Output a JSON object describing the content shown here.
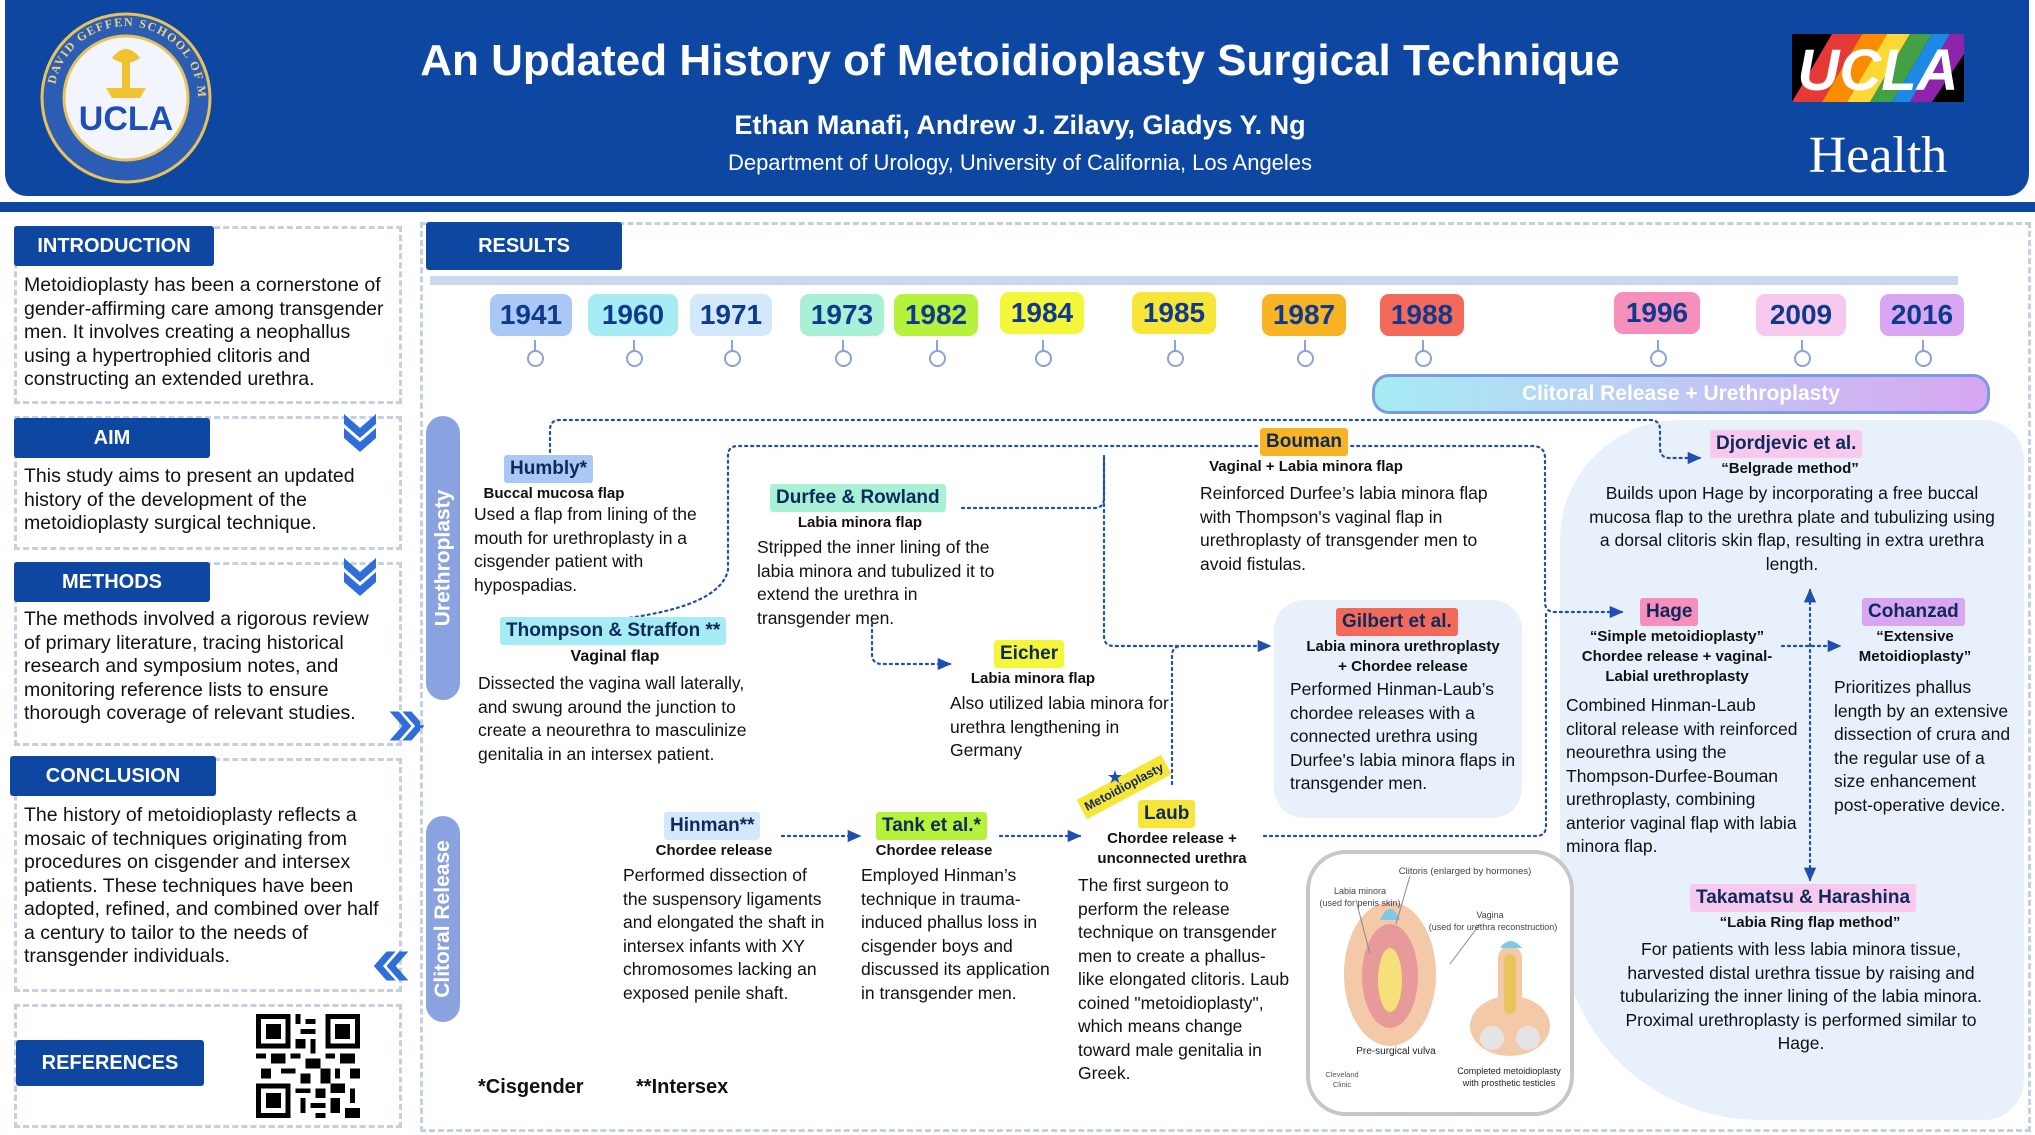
{
  "header": {
    "title": "An Updated History of Metoidioplasty Surgical Technique",
    "authors": "Ethan Manafi, Andrew J. Zilavy, Gladys Y. Ng",
    "department": "Department of Urology, University of California, Los Angeles",
    "seal_text": "UCLA",
    "seal_ring": "DAVID GEFFEN SCHOOL OF MEDICINE",
    "logo_top": "UCLA",
    "logo_bottom": "Health"
  },
  "sidebar": {
    "introduction": {
      "label": "INTRODUCTION",
      "text": "Metoidioplasty has been a cornerstone of gender-affirming care among transgender men. It involves creating a neophallus using a hypertrophied clitoris and constructing an extended urethra."
    },
    "aim": {
      "label": "AIM",
      "text": "This study aims to present an updated history of the development of the metoidioplasty surgical technique."
    },
    "methods": {
      "label": "METHODS",
      "text": "The methods involved a rigorous review of primary literature, tracing historical research and symposium notes, and monitoring reference lists to ensure thorough coverage of relevant studies."
    },
    "conclusion": {
      "label": "CONCLUSION",
      "text": "The history of metoidioplasty reflects a mosaic of techniques originating from procedures on cisgender and intersex patients. These techniques have been adopted, refined, and combined over half a century to tailor to the needs of transgender individuals."
    },
    "references": {
      "label": "REFERENCES"
    }
  },
  "results": {
    "label": "RESULTS",
    "years": [
      "1941",
      "1960",
      "1971",
      "1973",
      "1982",
      "1984",
      "1985",
      "1987",
      "1988",
      "1996",
      "2009",
      "2016"
    ],
    "colors": {
      "y1941": "#a9c8f5",
      "y1960": "#a6ecf4",
      "y1971": "#d3e9fb",
      "y1973": "#a8f0d6",
      "y1982": "#b6f23c",
      "y1984": "#f4f63a",
      "y1985": "#f8e53a",
      "y1987": "#f9b425",
      "y1988": "#f36a5a",
      "y1996": "#f78fbd",
      "y2009": "#f8c9ee",
      "y2016": "#d8a6f2"
    },
    "clitoral_release_urethroplasty": "Clitoral Release + Urethroplasty",
    "urethroplasty_tab": "Urethroplasty",
    "clitoral_release_tab": "Clitoral Release",
    "metoidioplasty_ribbon": "Metoidioplasty",
    "legend_cis": "*Cisgender",
    "legend_inter": "**Intersex",
    "nodes": {
      "humbly": {
        "name": "Humbly*",
        "sub": "Buccal mucosa flap",
        "desc": "Used a flap from lining of the mouth for urethroplasty in a cisgender patient with hypospadias."
      },
      "thompson": {
        "name": "Thompson & Straffon **",
        "sub": "Vaginal flap",
        "desc": "Dissected the vagina wall laterally, and swung around the junction to create a neourethra to masculinize genitalia in an intersex patient."
      },
      "durfee": {
        "name": "Durfee & Rowland",
        "sub": "Labia minora flap",
        "desc": "Stripped the inner lining of the labia minora and tubulized it to extend the urethra in transgender men."
      },
      "eicher": {
        "name": "Eicher",
        "sub": "Labia minora flap",
        "desc": "Also utilized labia minora for urethra lengthening in Germany"
      },
      "bouman": {
        "name": "Bouman",
        "sub": "Vaginal + Labia minora flap",
        "desc": "Reinforced Durfee’s labia minora flap with Thompson's vaginal flap in urethroplasty of transgender men to avoid fistulas."
      },
      "gilbert": {
        "name": "Gilbert et al.",
        "sub1": "Labia minora urethroplasty",
        "sub2": "+ Chordee release",
        "desc": "Performed Hinman-Laub’s chordee releases with a connected urethra using Durfee's labia minora flaps in transgender men."
      },
      "hinman": {
        "name": "Hinman**",
        "sub": "Chordee release",
        "desc": "Performed dissection of the suspensory ligaments and elongated the shaft in intersex infants with XY chromosomes lacking an exposed penile shaft."
      },
      "tank": {
        "name": "Tank et al.*",
        "sub": "Chordee release",
        "desc": "Employed Hinman’s technique in trauma-induced phallus loss in cisgender boys and discussed its application in transgender men."
      },
      "laub": {
        "name": "Laub",
        "sub1": "Chordee release +",
        "sub2": "unconnected urethra",
        "desc": "The first surgeon to perform the release technique on transgender men to create a phallus-like elongated clitoris. Laub coined \"metoidioplasty\", which means change toward male genitalia in Greek."
      },
      "djordjevic": {
        "name": "Djordjevic et al.",
        "sub": "“Belgrade method”",
        "desc": "Builds upon Hage by incorporating a free buccal mucosa flap to the urethra plate and tubulizing using a dorsal clitoris skin flap, resulting in extra urethra length."
      },
      "hage": {
        "name": "Hage",
        "sub1": "“Simple metoidioplasty”",
        "sub2": "Chordee release + vaginal-",
        "sub3": "Labial urethroplasty",
        "desc": "Combined Hinman-Laub clitoral release with reinforced neourethra using the Thompson-Durfee-Bouman urethroplasty, combining anterior vaginal flap with labia minora flap."
      },
      "cohanzad": {
        "name": "Cohanzad",
        "sub1": "“Extensive",
        "sub2": "Metoidioplasty”",
        "desc": "Prioritizes phallus length by an extensive dissection of crura and the regular use of a size enhancement post-operative device."
      },
      "takamatsu": {
        "name": "Takamatsu & Harashina",
        "sub": "“Labia Ring flap method”",
        "desc": "For patients with less labia minora tissue, harvested distal urethra tissue by raising and tubularizing the inner lining of the labia minora. Proximal urethroplasty is performed similar to Hage."
      }
    },
    "illustration": {
      "clitoris": "Clitoris (enlarged by hormones)",
      "labia1": "Labia minora",
      "labia2": "(used for penis skin)",
      "vagina1": "Vagina",
      "vagina2": "(used for urethra reconstruction)",
      "pre": "Pre-surgical vulva",
      "post1": "Completed metoidioplasty",
      "post2": "with prosthetic testicles",
      "clinic1": "Cleveland",
      "clinic2": "Clinic"
    }
  }
}
